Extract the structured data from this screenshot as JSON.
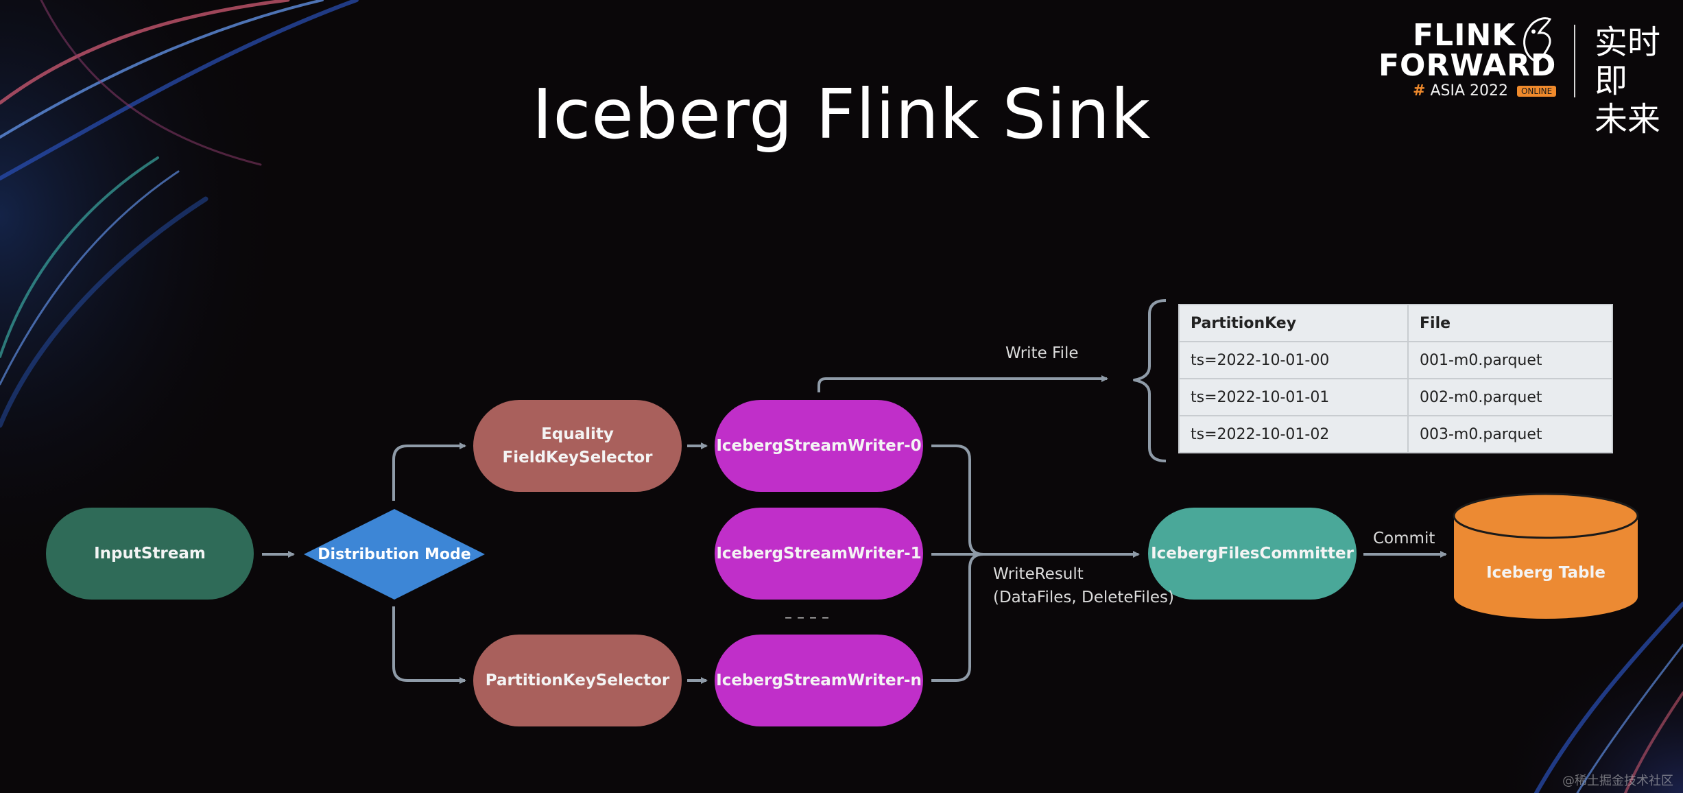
{
  "slide": {
    "title": "Iceberg Flink Sink"
  },
  "branding": {
    "line1": "FLINK",
    "line2": "FORWARD",
    "hash": "#",
    "event": "ASIA 2022",
    "badge": "ONLINE",
    "cn_line1": "实时即",
    "cn_line2": "未来"
  },
  "nodes": {
    "input_stream": "InputStream",
    "distribution_mode": "Distribution Mode",
    "equality_selector_line1": "Equality",
    "equality_selector_line2": "FieldKeySelector",
    "partition_selector": "PartitionKeySelector",
    "writer_0": "IcebergStreamWriter-0",
    "writer_1": "IcebergStreamWriter-1",
    "writer_n": "IcebergStreamWriter-n",
    "ellipsis": "– – – –",
    "committer": "IcebergFilesCommitter",
    "iceberg_table": "Iceberg Table"
  },
  "edge_labels": {
    "write_file": "Write File",
    "write_result_line1": "WriteResult",
    "write_result_line2": "(DataFiles, DeleteFiles)",
    "commit": "Commit"
  },
  "partition_table": {
    "headers": [
      "PartitionKey",
      "File"
    ],
    "rows": [
      [
        "ts=2022-10-01-00",
        "001-m0.parquet"
      ],
      [
        "ts=2022-10-01-01",
        "002-m0.parquet"
      ],
      [
        "ts=2022-10-01-02",
        "003-m0.parquet"
      ]
    ]
  },
  "watermark": "@稀土掘金技术社区",
  "colors": {
    "background": "#0a0709",
    "input_node": "#2f6b58",
    "diamond": "#3d86d6",
    "selector": "#a9605c",
    "writer": "#c02fc9",
    "committer": "#4aa899",
    "table_cylinder": "#ec8a33",
    "arrows": "#8f9ba8"
  }
}
